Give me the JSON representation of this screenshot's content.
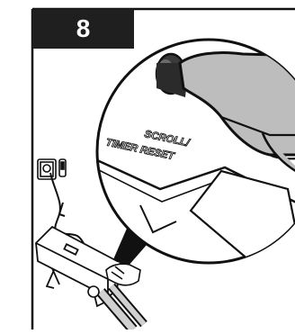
{
  "step": {
    "number": "8"
  },
  "callout": {
    "button_label_line1": "SCROLL/",
    "button_label_line2": "TIMER RESET"
  },
  "colors": {
    "ink": "#111111",
    "badge": "#1f1f1f",
    "button_gray": "#bdbdbd",
    "cable_gray": "#d0d0d0"
  }
}
